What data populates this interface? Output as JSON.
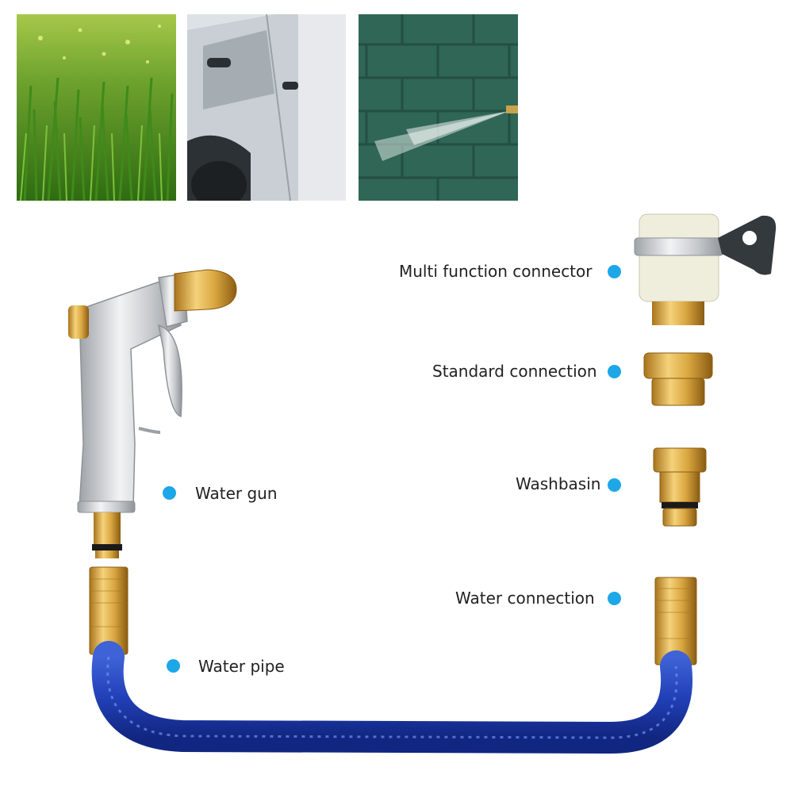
{
  "accent_color": "#1ea7e8",
  "labels": {
    "multi_function_connector": "Multi function connector",
    "standard_connection": "Standard connection",
    "washbasin": "Washbasin",
    "water_gun": "Water gun",
    "water_connection": "Water connection",
    "water_pipe": "Water pipe"
  },
  "icons": {
    "photo_1": "grass-photo",
    "photo_2": "car-wash-photo",
    "photo_3": "wall-spray-photo",
    "gun": "water-gun-icon",
    "hose": "water-pipe-icon"
  }
}
